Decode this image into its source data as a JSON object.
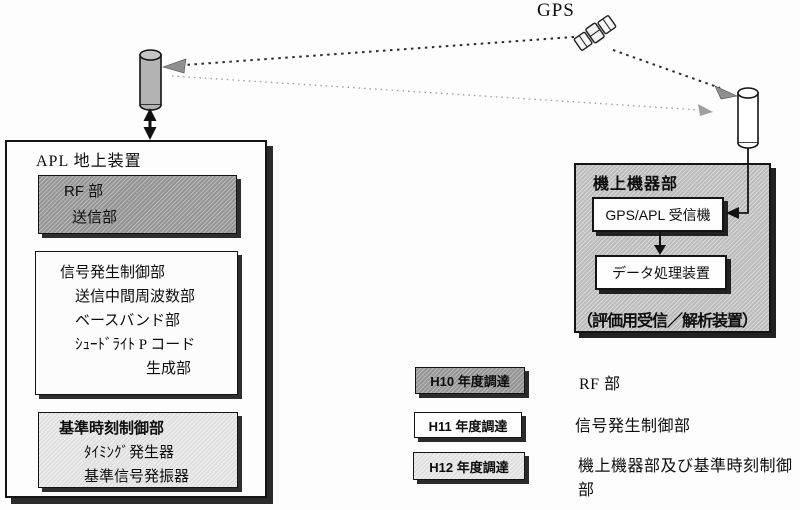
{
  "gps_label": "GPS",
  "ground": {
    "title": "APL 地上装置",
    "rf_box": {
      "line1": "RF 部",
      "line2": "送信部"
    },
    "signal_box": {
      "line1": "信号発生制御部",
      "line2": "送信中間周波数部",
      "line3": "ベースバンド部",
      "line4": "ｼｭｰﾄﾞﾗｲﾄ P コード",
      "line5": "生成部"
    },
    "time_box": {
      "line1": "基準時刻制御部",
      "line2": "ﾀｲﾐﾝｸﾞ発生器",
      "line3": "基準信号発振器"
    }
  },
  "airborne": {
    "title": "機上機器部",
    "receiver_label": "GPS/APL 受信機",
    "processor_label": "データ処理装置",
    "caption": "（評価用受信／解析装置）"
  },
  "legend": {
    "items": [
      {
        "box_label": "H10 年度調達",
        "label": "RF 部",
        "variant": "dark"
      },
      {
        "box_label": "H11 年度調達",
        "label": "信号発生制御部",
        "variant": "white"
      },
      {
        "box_label": "H12 年度調達",
        "label": "機上機器部及び基準時刻制御部",
        "variant": "light"
      }
    ]
  },
  "icons": {
    "satellite": "gps-satellite-icon",
    "ground_antenna": "ground-antenna-icon",
    "airborne_antenna": "airborne-antenna-icon"
  },
  "colors": {
    "dark_fill": "#a9a9a9",
    "panel_fill": "#cbcbcb",
    "light_fill": "#ebebeb",
    "line": "#141414",
    "dotted_line": "#9a9a9a"
  }
}
